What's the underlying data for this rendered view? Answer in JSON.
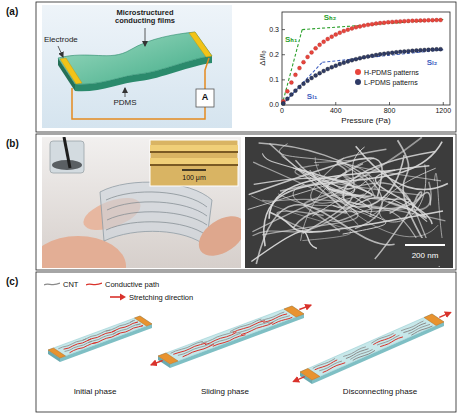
{
  "diagram": {
    "nodes": [
      {
        "text": [
          "(a)"
        ]
      },
      {
        "text": [
          "(b)"
        ]
      },
      {
        "text": [
          "(c)"
        ]
      }
    ],
    "labels": [
      "Microstructured conducting films",
      "PDMS",
      "Electrode",
      "A",
      "ΔI/I₀",
      "Pressure (Pa)",
      "0",
      "400",
      "800",
      "1200",
      "0.0",
      "0.1",
      "0.2",
      "0.3",
      "Sₕ₁",
      "Sₕ₂",
      "Sₗ₁",
      "Sₗ₂",
      "100 μm",
      "200 nm",
      "Initial phase",
      "Sliding phase",
      "Disconnecting phase"
    ],
    "legend": [
      {
        "text": "H-PDMS patterns",
        "color": "#e8453c"
      },
      {
        "text": "L-PDMS patterns",
        "color": "#2f3b66"
      },
      {
        "text": "CNT"
      },
      {
        "text": "Conductive path"
      },
      {
        "text": "Stretching direction"
      }
    ]
  }
}
